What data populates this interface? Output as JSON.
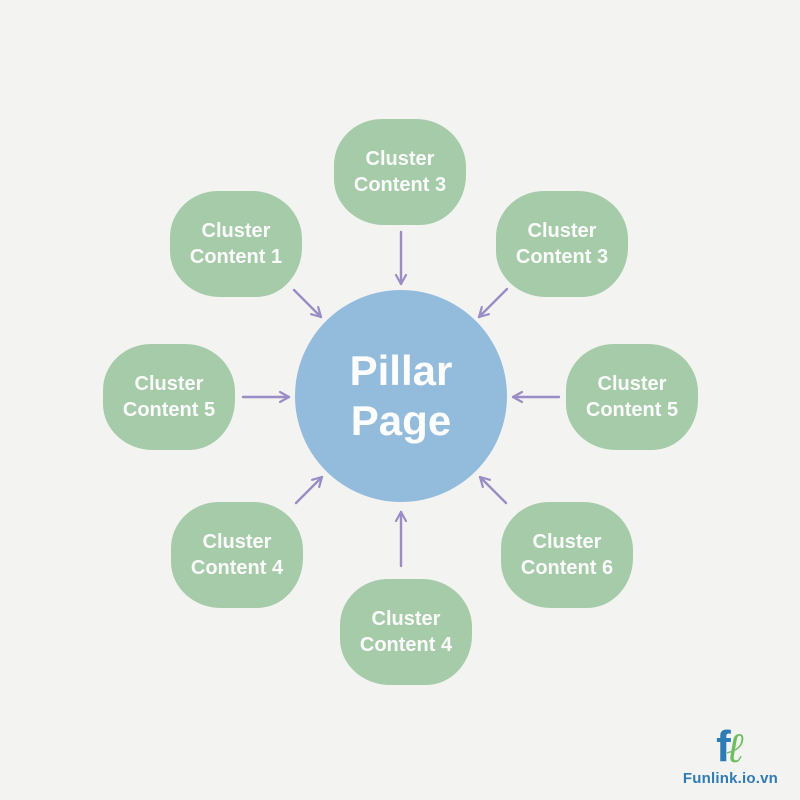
{
  "diagram": {
    "center": {
      "label": "Pillar Page"
    },
    "clusters": [
      {
        "position": "top",
        "label": "Cluster Content 3"
      },
      {
        "position": "top-right",
        "label": "Cluster Content 3"
      },
      {
        "position": "right",
        "label": "Cluster Content 5"
      },
      {
        "position": "bottom-right",
        "label": "Cluster Content 6"
      },
      {
        "position": "bottom",
        "label": "Cluster Content 4"
      },
      {
        "position": "bottom-left",
        "label": "Cluster Content 4"
      },
      {
        "position": "left",
        "label": "Cluster Content 5"
      },
      {
        "position": "top-left",
        "label": "Cluster Content 1"
      }
    ]
  },
  "branding": {
    "logo_f": "f",
    "logo_l": "ℓ",
    "logo_text": "Funlink.io.vn"
  },
  "colors": {
    "background": "#F3F3F1",
    "cluster_bubble": "#A5CBA8",
    "pillar_circle": "#93BBDC",
    "bubble_text": "#FBFBFB",
    "arrow": "#9A8CC5",
    "logo_blue": "#2E7BB5",
    "logo_green": "#6CBE5E"
  }
}
